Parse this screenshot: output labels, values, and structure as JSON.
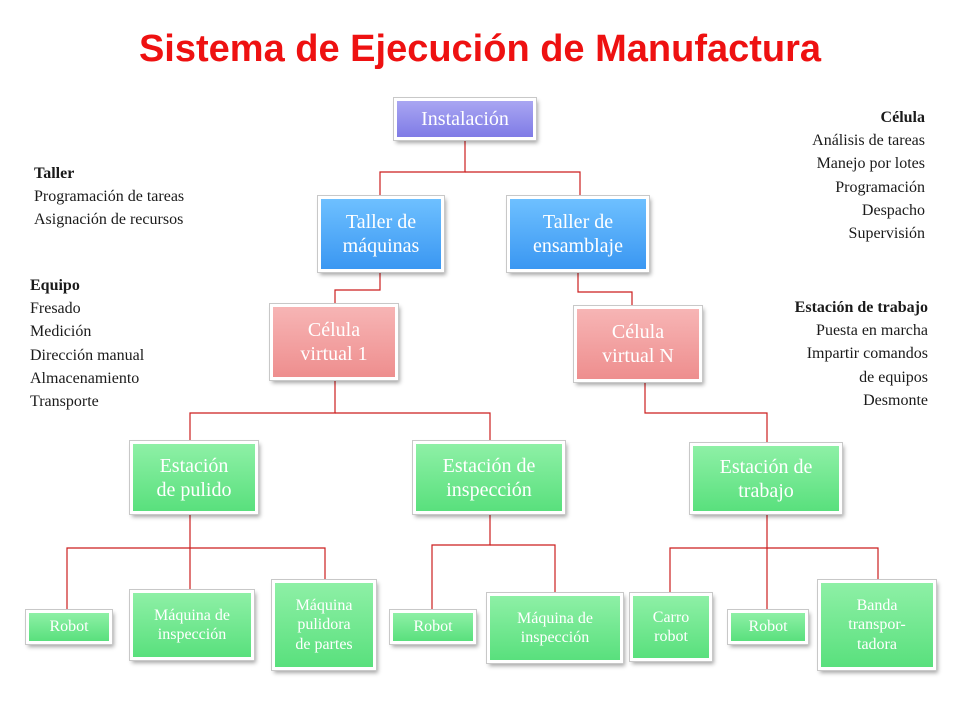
{
  "title": "Sistema de Ejecución de Manufactura",
  "colors": {
    "title": "#ee1111",
    "connector": "#cc1f1f"
  },
  "nodes": {
    "instalacion": "Instalación",
    "taller_maquinas": "Taller de\nmáquinas",
    "taller_ensamblaje": "Taller de\nensamblaje",
    "celula_1": "Célula\nvirtual 1",
    "celula_n": "Célula\nvirtual N",
    "estacion_pulido": "Estación\nde pulido",
    "estacion_inspeccion": "Estación de\ninspección",
    "estacion_trabajo": "Estación de\ntrabajo",
    "robot_1": "Robot",
    "maquina_inspeccion_1": "Máquina de\ninspección",
    "maquina_pulidora": "Máquina\npulidora\nde partes",
    "robot_2": "Robot",
    "maquina_inspeccion_2": "Máquina de\ninspección",
    "carro_robot": "Carro\nrobot",
    "robot_3": "Robot",
    "banda": "Banda\ntranspor-\ntadora"
  },
  "notes": {
    "taller": {
      "heading": "Taller",
      "items": [
        "Programación de tareas",
        "Asignación de recursos"
      ]
    },
    "equipo": {
      "heading": "Equipo",
      "items": [
        "Fresado",
        "Medición",
        "Dirección manual",
        "Almacenamiento",
        "Transporte"
      ]
    },
    "celula": {
      "heading": "Célula",
      "items": [
        "Análisis de tareas",
        "Manejo por lotes",
        "Programación",
        "Despacho",
        "Supervisión"
      ]
    },
    "estacion": {
      "heading": "Estación de trabajo",
      "items": [
        "Puesta en marcha",
        "Impartir comandos",
        "de equipos",
        "Desmonte"
      ]
    }
  }
}
